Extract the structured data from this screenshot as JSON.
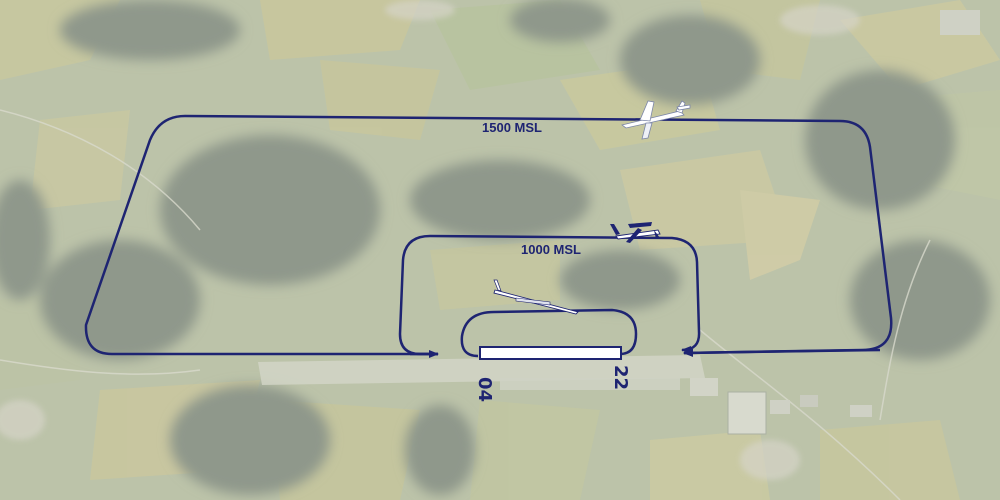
{
  "diagram": {
    "patterns": [
      {
        "id": "pattern-1500",
        "label": "1500 MSL"
      },
      {
        "id": "pattern-1000",
        "label": "1000 MSL"
      },
      {
        "id": "pattern-glider",
        "label": ""
      }
    ],
    "runway": {
      "end_left": "04",
      "end_right": "22"
    },
    "aircraft": [
      "low-wing-airplane",
      "high-wing-airplane",
      "glider"
    ],
    "colors": {
      "pattern_line": "#1e2472",
      "runway": "#ffffff",
      "background": "#b9c1a7"
    }
  }
}
